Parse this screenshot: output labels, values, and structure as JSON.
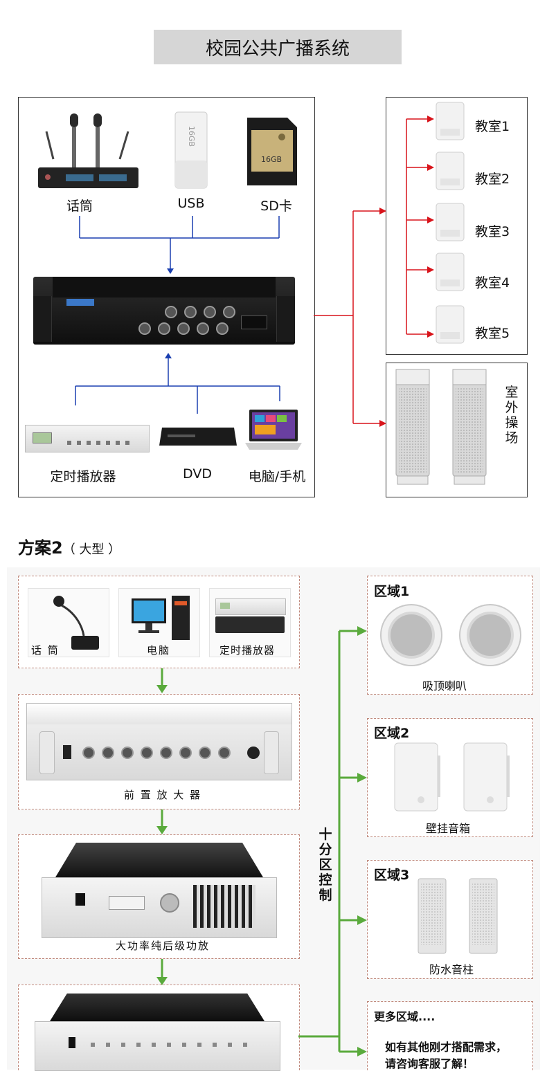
{
  "header": {
    "title": "校园公共广播系统"
  },
  "plan1": {
    "sources_top": [
      {
        "label": "话筒",
        "icon": "wireless-mic-receiver-icon"
      },
      {
        "label": "USB",
        "icon": "usb-drive-icon"
      },
      {
        "label": "SD卡",
        "icon": "sd-card-icon"
      }
    ],
    "usb_text": "16GB",
    "sd_text": "16GB",
    "amplifier": {
      "icon": "mixer-amplifier-icon"
    },
    "sources_bottom": [
      {
        "label": "定时播放器",
        "icon": "timer-player-icon"
      },
      {
        "label": "DVD",
        "icon": "dvd-player-icon"
      },
      {
        "label": "电脑/手机",
        "icon": "laptop-icon"
      }
    ],
    "classrooms": [
      "教室1",
      "教室2",
      "教室3",
      "教室4",
      "教室5"
    ],
    "outdoor_label": "室外操场",
    "colors": {
      "blue_line": "#1a3fb0",
      "red_line": "#d8141b"
    }
  },
  "plan2": {
    "title": "方案2",
    "subtitle": "（ 大型 ）",
    "inputs": [
      {
        "label": "话 筒",
        "icon": "gooseneck-mic-icon"
      },
      {
        "label": "电脑",
        "icon": "desktop-computer-icon"
      },
      {
        "label": "定时播放器",
        "icon": "timer-player-icon"
      }
    ],
    "preamp_label": "前 置 放 大 器",
    "poweramp_label": "大功率纯后级功放",
    "control_label": "十分区控制",
    "zones": [
      {
        "title": "区域1",
        "caption": "吸顶喇叭"
      },
      {
        "title": "区域2",
        "caption": "壁挂音箱"
      },
      {
        "title": "区域3",
        "caption": "防水音柱"
      }
    ],
    "more": {
      "title": "更多区域....",
      "note_line1": "如有其他刚才搭配需求，",
      "note_line2": "请咨询客服了解！"
    },
    "colors": {
      "green_line": "#5aaa3c",
      "dashed_border": "#c0897c"
    }
  }
}
